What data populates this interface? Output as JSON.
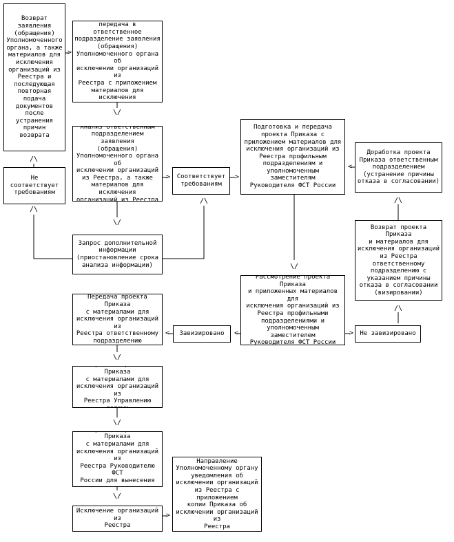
{
  "nodes": {
    "return_application": "Возврат\nзаявления\n(обращения)\nУполномоченного\nоргана, а также\nматериалов для\nисключения\nорганизаций из\nРеестра и\nпоследующая\nповторная\nподача\nдокументов\nпосле\nустранения\nпричин\nвозврата",
    "reception": "Прием, регистрация и\nпередача в ответственное\nподразделение заявления\n(обращения)\nУполномоченного органа об\nисключении организаций из\nРеестра с приложением\nматериалов для исключения\nорганизаций из Реестра",
    "analysis": "Анализ ответственным\nподразделением заявления\n(обращения)\nУполномоченного органа об\nисключении организаций\nиз Реестра, а также\nматериалов для исключения\nорганизаций из Реестра",
    "not_compliant": "Не\nсоответствует\nтребованиям",
    "compliant": "Соответствует\nтребованиям",
    "request_info": "Запрос дополнительной\nинформации\n(приостановление срока\nанализа информации)",
    "prepare_order": "Подготовка и передача\nпроекта Приказа с\nприложением материалов для\nисключения организаций из\nРеестра профильным\nподразделениям и\nуполномоченным заместителям\nРуководителя ФСТ России",
    "revise_order": "Доработка проекта\nПриказа ответственным\nподразделением\n(устранение причины\nотказа в согласовании)",
    "return_order": "Возврат проекта Приказа\nи материалов для\nисключения организаций\nиз Реестра\nответственному\nподразделению с\nуказанием причины\nотказа в согласовании\n(визировании)",
    "review_order": "Рассмотрение проекта Приказа\nи приложенных материалов для\nисключения организаций из\nРеестра профильными\nподразделениями и\nуполномоченным заместителем\nРуководителя ФСТ России",
    "approved": "Завизировано",
    "not_approved": "Не завизировано",
    "transfer_responsible": "Передача проекта Приказа\nс материалами для\nисключения организаций из\nРеестра ответственному\nподразделению",
    "transfer_affairs": "Передача проекта Приказа\nс материалами для\nисключения организаций из\nРеестра Управлению делами",
    "transfer_head": "Передача проекта Приказа\nс материалами для\nисключения организаций из\nРеестра Руководителю ФСТ\nРоссии для вынесения\nрешения",
    "exclusion": "Исключение организаций из\nРеестра",
    "notification": "Направление\nУполномоченному органу\nуведомления об\nисключении организаций\nиз Реестра с приложением\nкопии Приказа об\nисключении организаций из\nРеестра"
  },
  "arrows": {
    "down": "\\/",
    "up": "/\\",
    "right": ">",
    "left": "<"
  }
}
